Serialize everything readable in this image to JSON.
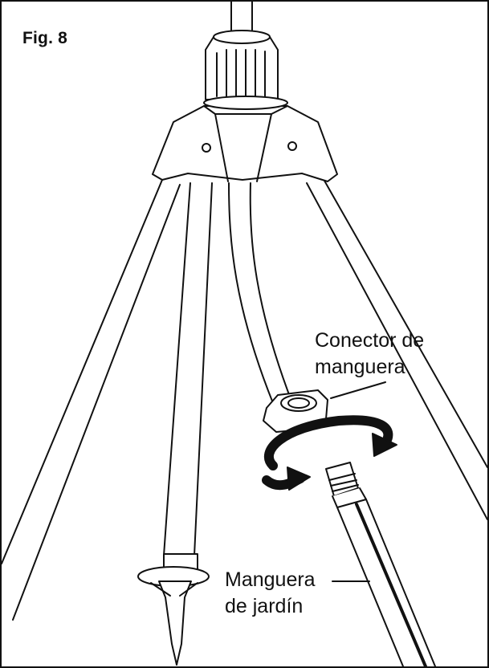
{
  "figure": {
    "title": "Fig. 8",
    "labels": {
      "hose_connector": [
        "Conector de",
        "manguera"
      ],
      "garden_hose": [
        "Manguera",
        "de jardín"
      ]
    },
    "line_color": "#111111",
    "background_color": "#ffffff"
  }
}
